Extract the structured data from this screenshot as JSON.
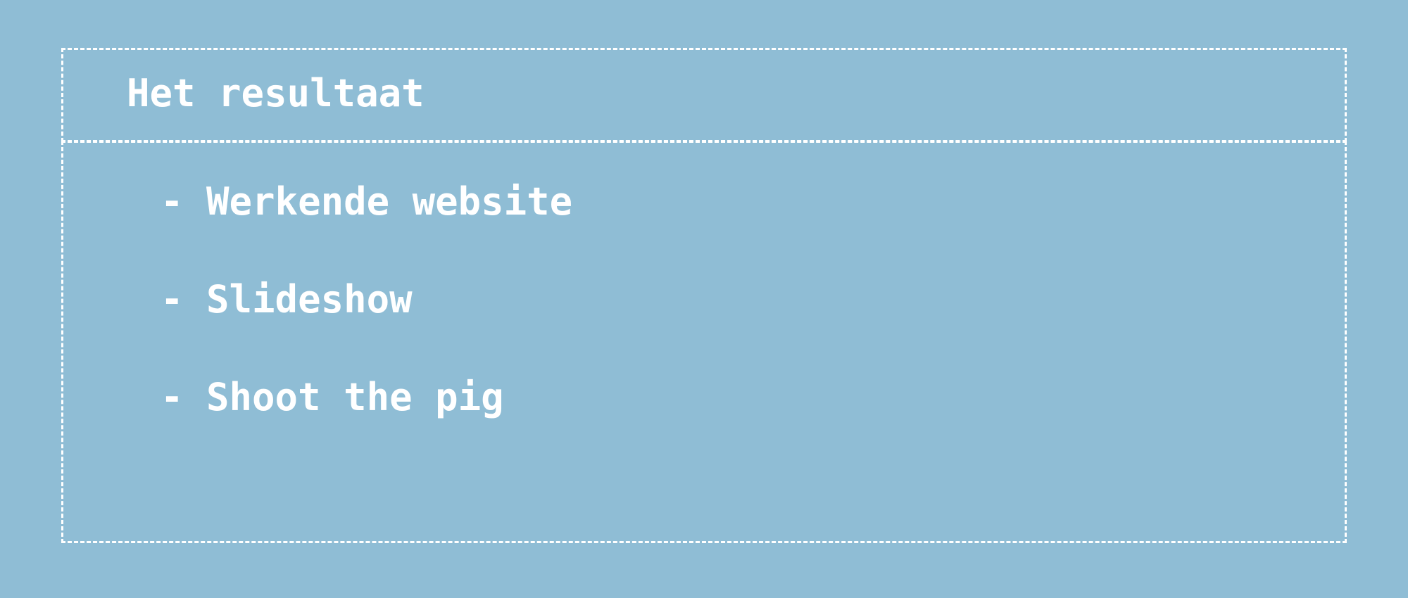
{
  "slide": {
    "title": "Het resultaat",
    "items": [
      "- Werkende website",
      "- Slideshow",
      "- Shoot the pig"
    ]
  },
  "colors": {
    "background": "#8fbdd5",
    "text": "#ffffff",
    "border": "#ffffff"
  }
}
